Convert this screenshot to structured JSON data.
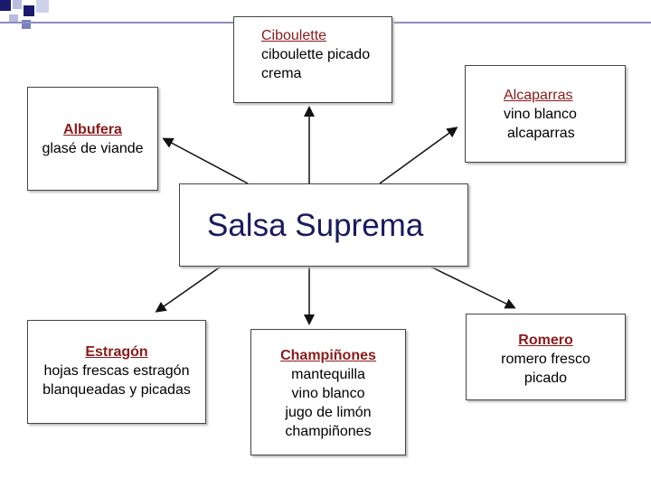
{
  "diagram": {
    "center": {
      "title": "Salsa Suprema"
    },
    "nodes": {
      "ciboulette": {
        "title": "Ciboulette",
        "lines": [
          "ciboulette picado",
          "crema"
        ]
      },
      "alcaparras": {
        "title": "Alcaparras",
        "lines": [
          "vino blanco",
          "alcaparras"
        ]
      },
      "albufera": {
        "title": "Albufera",
        "lines": [
          "glasé de viande"
        ]
      },
      "estragon": {
        "title": "Estragón",
        "lines": [
          "hojas frescas estragón",
          "blanqueadas y picadas"
        ]
      },
      "champinones": {
        "title": "Champiñones",
        "lines": [
          "mantequilla",
          "vino blanco",
          "jugo de limón",
          "champiñones"
        ]
      },
      "romero": {
        "title": "Romero",
        "lines": [
          "romero fresco",
          "picado"
        ]
      }
    }
  },
  "colors": {
    "title_text": "#8b1a1a",
    "center_text": "#1a1a5e",
    "decoration_dark": "#1a1a6e",
    "decoration_light": "#9aa0cc"
  }
}
